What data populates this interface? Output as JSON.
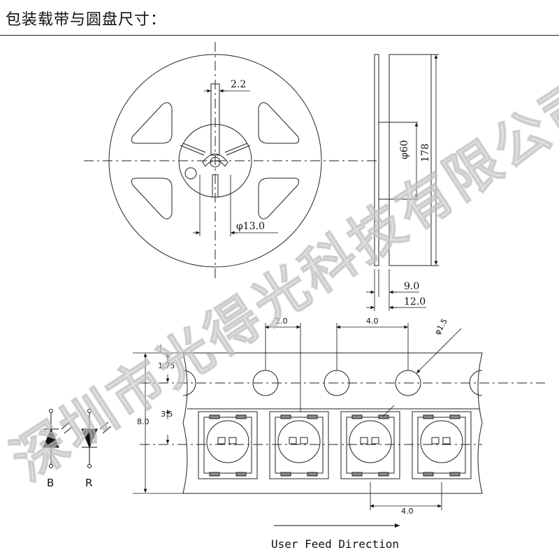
{
  "title": "包装载带与圆盘尺寸：",
  "reel": {
    "hub_slot_width": "2.2",
    "hub_diameter": "φ13.0",
    "hub_outer_diameter": "φ60",
    "reel_diameter": "178",
    "side_width_inner": "9.0",
    "side_width_outer": "12.0"
  },
  "tape": {
    "sprocket_pitch_offset": "2.0",
    "sprocket_pitch": "4.0",
    "sprocket_hole_diameter": "φ1.5",
    "edge_to_hole": "1.75",
    "hole_to_pocket": "3.5",
    "tape_width": "8.0",
    "pocket_pitch": "4.0"
  },
  "polarity": {
    "left_label": "B",
    "right_label": "R"
  },
  "feed_direction": "User Feed Direction",
  "watermark": "深圳市光得光科技有限公司"
}
